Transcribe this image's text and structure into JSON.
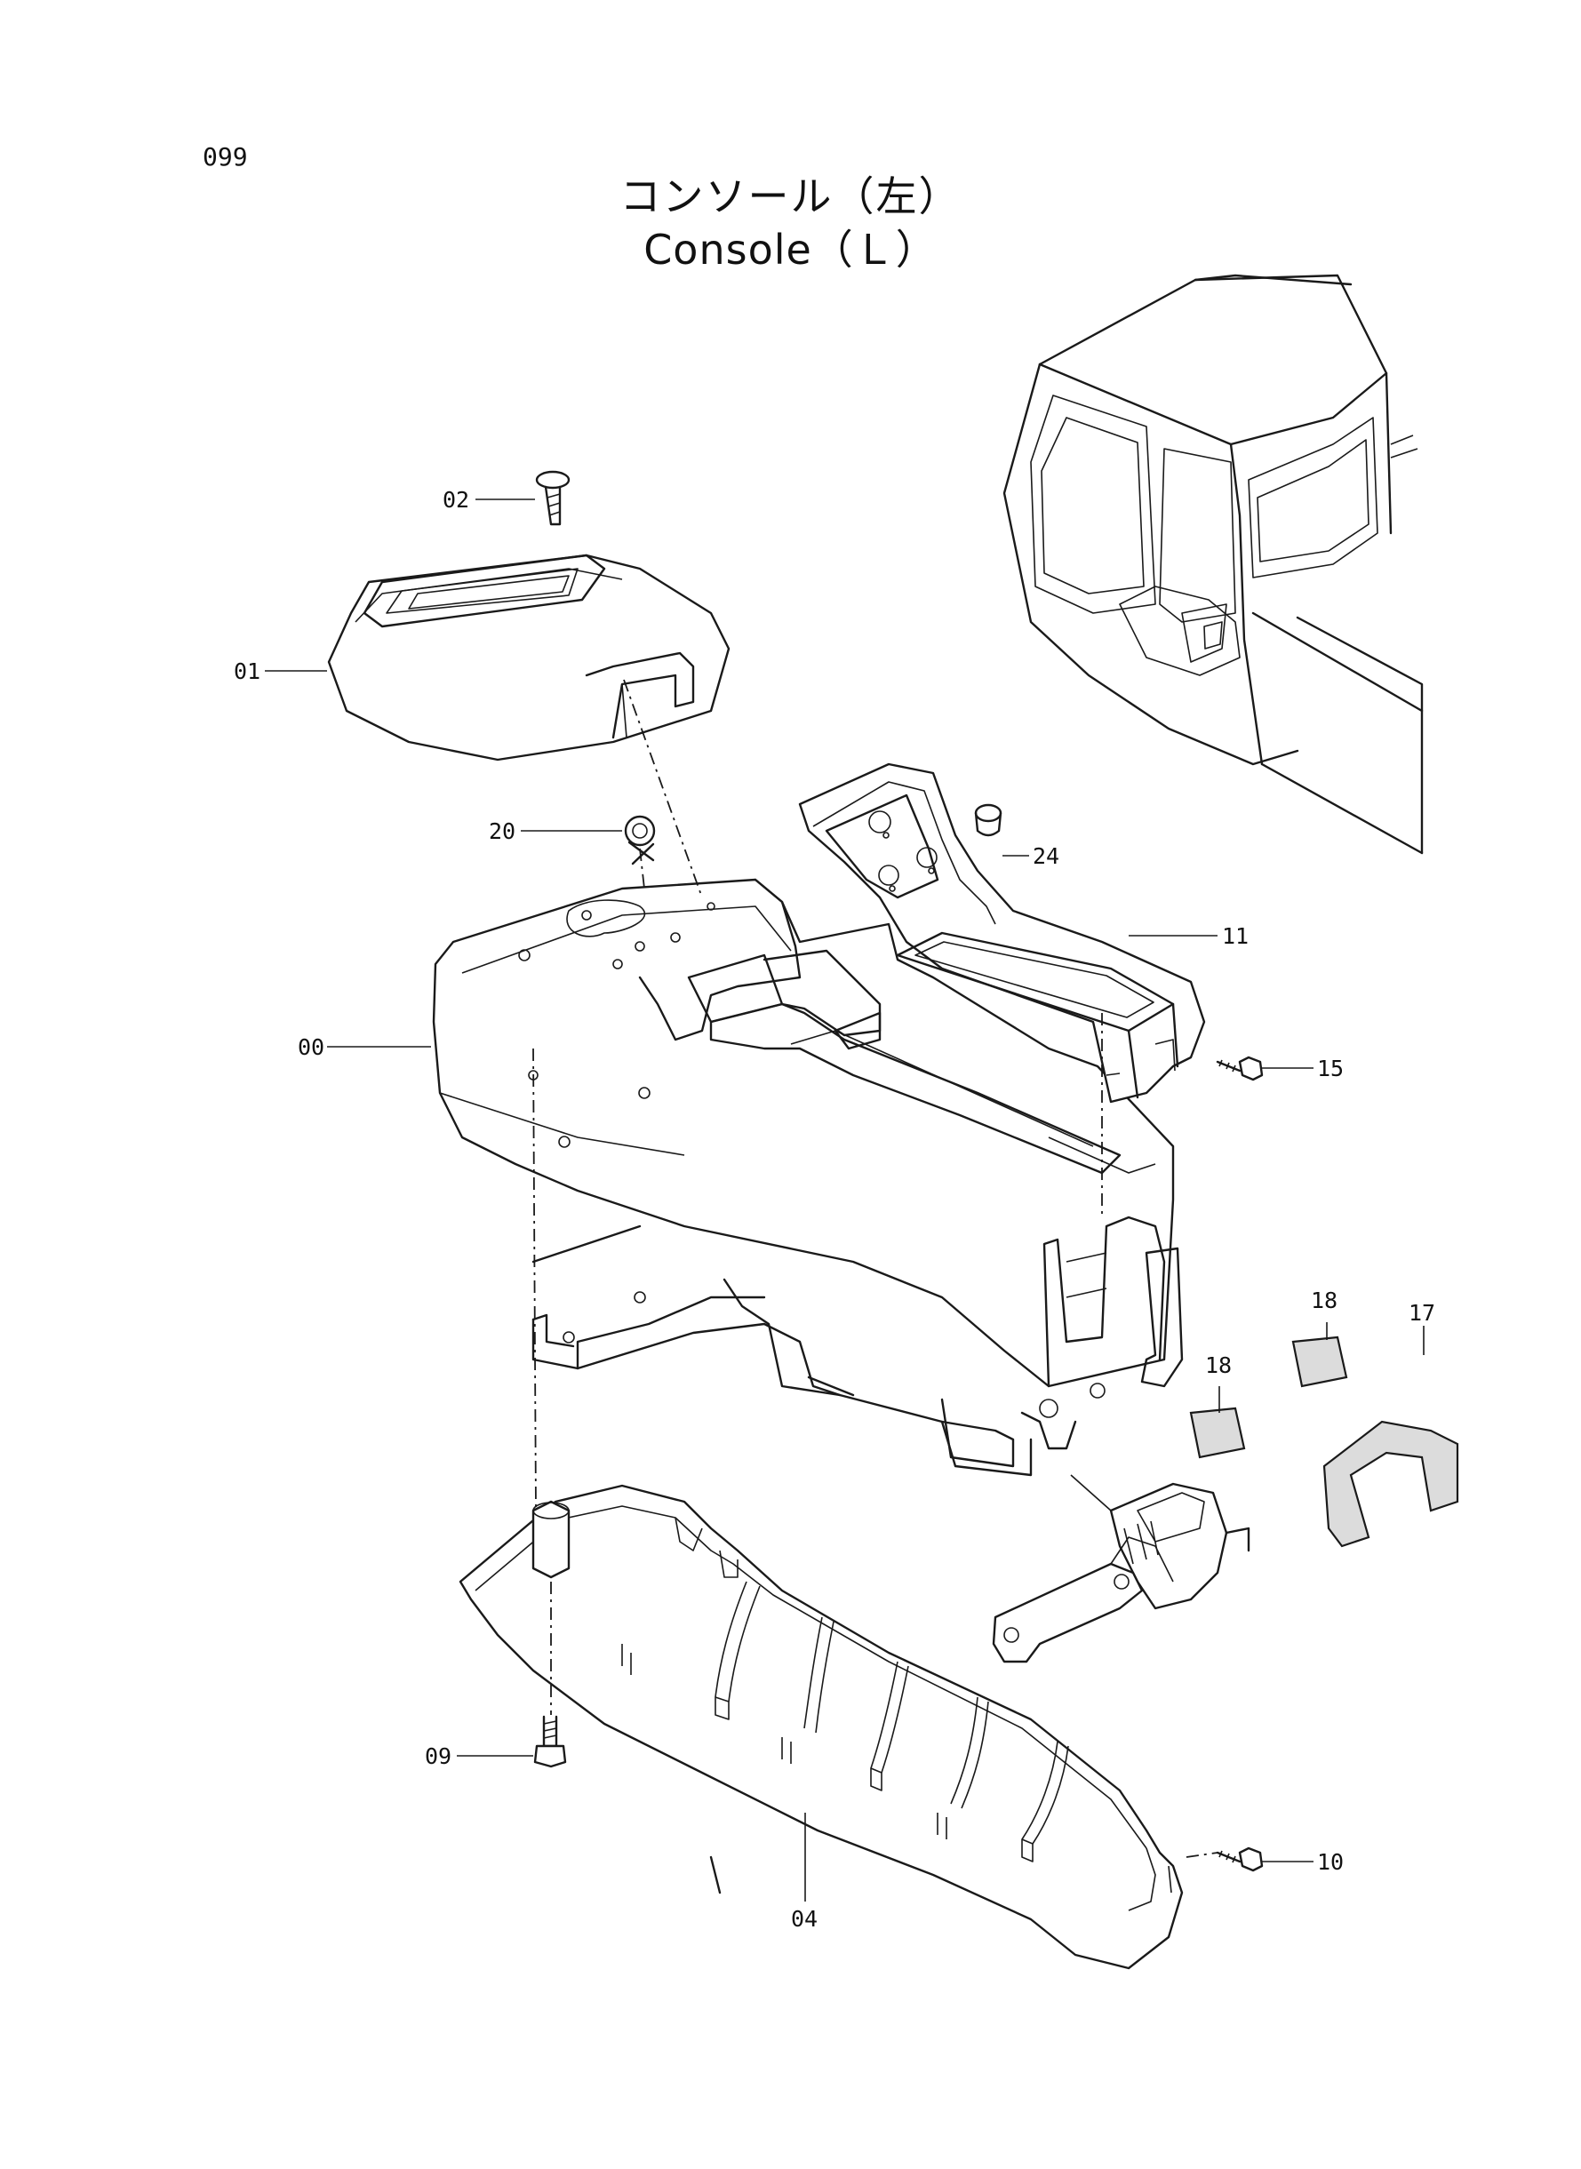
{
  "header": {
    "page_number": "099",
    "title_jp": "コンソール（左）",
    "title_en": "Console（Ｌ）"
  },
  "parts": [
    {
      "id": "00",
      "label": "00"
    },
    {
      "id": "01",
      "label": "01"
    },
    {
      "id": "02",
      "label": "02"
    },
    {
      "id": "04",
      "label": "04"
    },
    {
      "id": "09",
      "label": "09"
    },
    {
      "id": "10",
      "label": "10"
    },
    {
      "id": "11",
      "label": "11"
    },
    {
      "id": "15",
      "label": "15"
    },
    {
      "id": "17",
      "label": "17"
    },
    {
      "id": "18a",
      "label": "18"
    },
    {
      "id": "18b",
      "label": "18"
    },
    {
      "id": "20",
      "label": "20"
    },
    {
      "id": "24",
      "label": "24"
    }
  ]
}
